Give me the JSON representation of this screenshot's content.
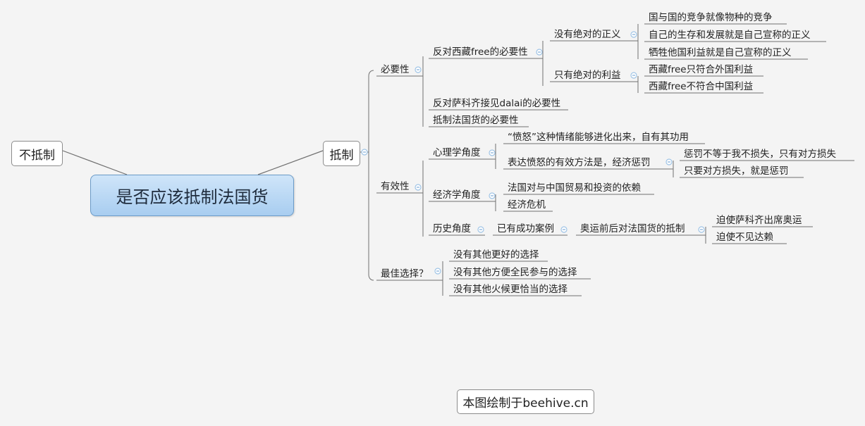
{
  "central_topic": "是否应该抵制法国货",
  "branch_left": "不抵制",
  "branch_right": "抵制",
  "footer": "本图绘制于beehive.cn",
  "colors": {
    "background": "#f4f4f4",
    "central_fill": "#bcd9f5",
    "line": "#707070",
    "collapse_icon": "#9fc4e6"
  },
  "tree": {
    "necessity": {
      "label": "必要性",
      "tibet": {
        "label": "反对西藏free的必要性",
        "no_absolute_justice": {
          "label": "没有绝对的正义",
          "items": [
            "国与国的竞争就像物种的竞争",
            "自己的生存和发展就是自己宣称的正义",
            "牺牲他国利益就是自己宣称的正义"
          ]
        },
        "only_absolute_interest": {
          "label": "只有绝对的利益",
          "items": [
            "西藏free只符合外国利益",
            "西藏free不符合中国利益"
          ]
        }
      },
      "dalai": "反对萨科齐接见dalai的必要性",
      "boycott": "抵制法国货的必要性"
    },
    "effectiveness": {
      "label": "有效性",
      "psychology": {
        "label": "心理学角度",
        "anger": "“愤怒”这种情绪能够进化出来，自有其功用",
        "expression": {
          "label": "表达愤怒的有效方法是，经济惩罚",
          "items": [
            "惩罚不等于我不损失，只有对方损失",
            "只要对方损失，就是惩罚"
          ]
        }
      },
      "economics": {
        "label": "经济学角度",
        "items": [
          "法国对与中国贸易和投资的依赖",
          "经济危机"
        ]
      },
      "history": {
        "label": "历史角度",
        "case": "已有成功案例",
        "olympics": {
          "label": "奥运前后对法国货的抵制",
          "items": [
            "迫使萨科齐出席奥运",
            "迫使不见达赖"
          ]
        }
      }
    },
    "best_choice": {
      "label": "最佳选择？",
      "items": [
        "没有其他更好的选择",
        "没有其他方便全民参与的选择",
        "没有其他火候更恰当的选择"
      ]
    }
  }
}
